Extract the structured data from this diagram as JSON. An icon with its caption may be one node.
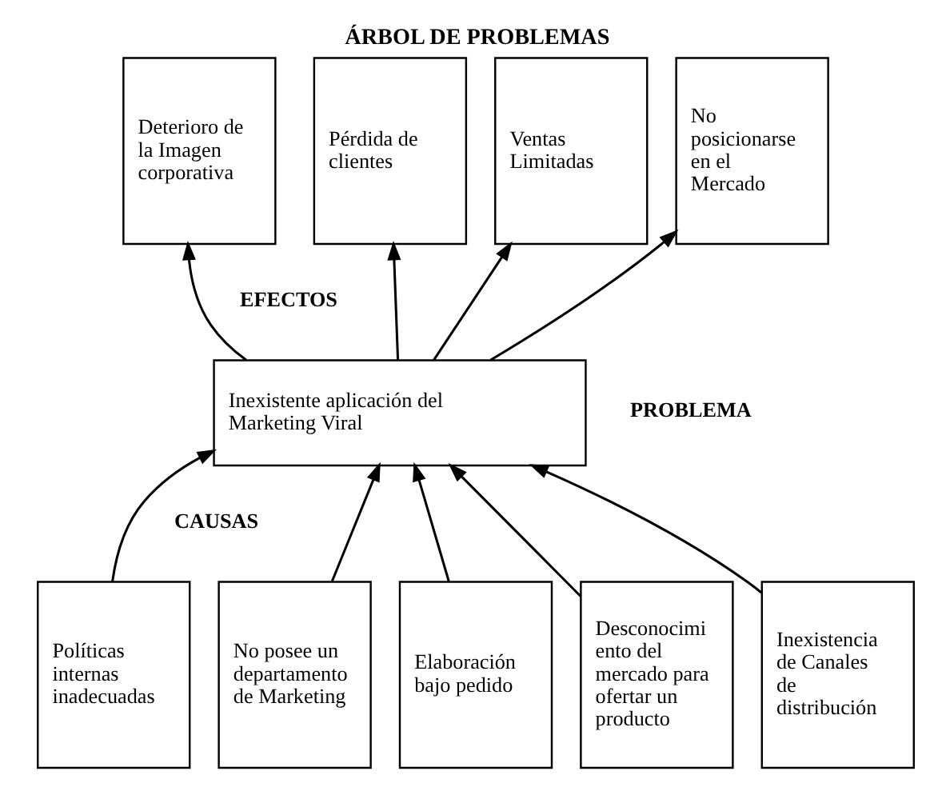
{
  "diagram": {
    "title": "ÁRBOL DE PROBLEMAS",
    "nodes": [
      {
        "text": [
          "Deterioro de la Imagen corporativa"
        ]
      },
      {
        "text": [
          "Pérdida de clientes"
        ]
      },
      {
        "text": [
          "Ventas Limitadas"
        ]
      },
      {
        "text": [
          "No posicionarse en el Mercado"
        ]
      },
      {
        "text": [
          "Inexistente aplicación del Marketing Viral"
        ]
      },
      {
        "text": [
          "Políticas internas inadecuadas"
        ]
      },
      {
        "text": [
          "No posee un departamento de Marketing"
        ]
      },
      {
        "text": [
          "Elaboración bajo pedido"
        ]
      },
      {
        "text": [
          "Desconocimi ento del mercado para ofertar un producto"
        ]
      },
      {
        "text": [
          "Inexistencia de Canales de distribución"
        ]
      }
    ],
    "edges": [
      {
        "from": 4,
        "to": 0,
        "arrow": "to"
      },
      {
        "from": 4,
        "to": 1,
        "arrow": "to"
      },
      {
        "from": 4,
        "to": 2,
        "arrow": "to"
      },
      {
        "from": 4,
        "to": 3,
        "arrow": "to"
      },
      {
        "from": 5,
        "to": 4,
        "arrow": "to"
      },
      {
        "from": 6,
        "to": 4,
        "arrow": "to"
      },
      {
        "from": 7,
        "to": 4,
        "arrow": "to"
      },
      {
        "from": 8,
        "to": 4,
        "arrow": "to"
      },
      {
        "from": 9,
        "to": 4,
        "arrow": "to"
      }
    ],
    "labels": [
      "EFECTOS",
      "PROBLEMA",
      "CAUSAS"
    ]
  }
}
